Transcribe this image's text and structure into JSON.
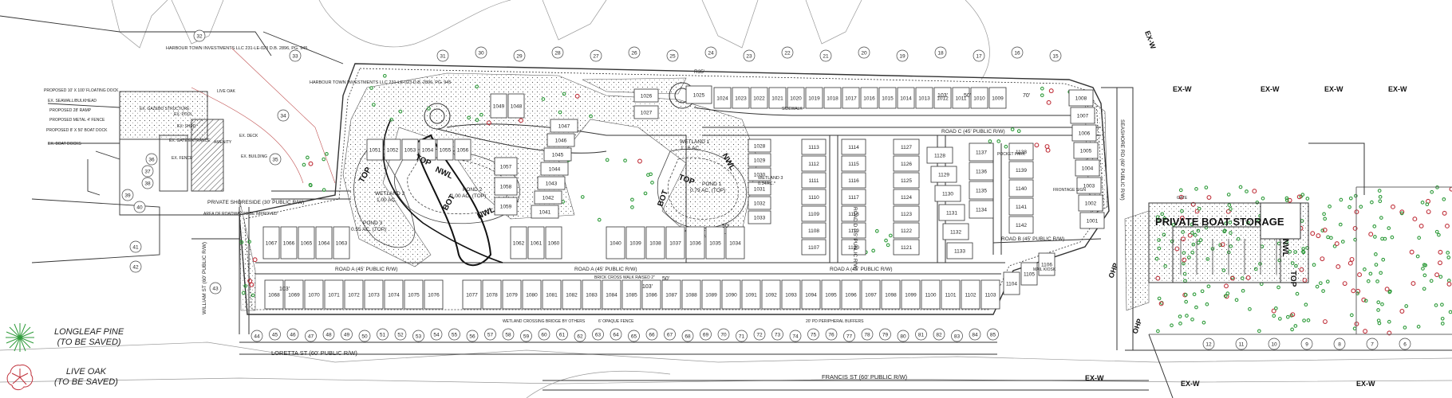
{
  "legend": [
    {
      "line1": "LONGLEAF PINE",
      "line2": "(TO BE SAVED)",
      "color": "#2e9b3a",
      "icon": "longleaf-pine-symbol"
    },
    {
      "line1": "LIVE OAK",
      "line2": "(TO BE SAVED)",
      "color": "#c0303a",
      "icon": "live-oak-symbol"
    }
  ],
  "owner_labels": [
    {
      "text": "HARBOUR TOWN INVESTMENTS LLC 231-LE-023 D.B. 2896, PG. 945"
    },
    {
      "text": "HARBOUR TOWN INVESTMENTS LLC 231-LE-023 D.B. 2896, PG. 945"
    }
  ],
  "notes": [
    "PROPOSED 10' X 100' FLOATING DOCK",
    "EX. SEAWALL/BULKHEAD",
    "PROPOSED 28' RAMP",
    "PROPOSED METAL 4' FENCE",
    "PROPOSED 8' X 50' BOAT DOCK",
    "EX. BOAT DOCKS",
    "EX. GAZEBO STRUCTURE",
    "EX. POOL",
    "EX. SHED",
    "EX. GATE ENTRANCE",
    "EX. FENCE",
    "EX. BUILDING",
    "EX. DECK",
    "LIVE OAK",
    "AMENITY",
    "AREA OF ROADWAY TO BE IMPROVED",
    "BRICK CROSS WALK RAISED 2\"",
    "WETLAND CROSSING BRIDGE BY OTHERS",
    "6' OPAQUE FENCE",
    "20' PD PERIPHERAL BUFFERS",
    "FRONTAGE SIGN",
    "GATE",
    "MAIL KIOSK",
    "POCKET PARK",
    "SIDEWALK"
  ],
  "water_features": [
    {
      "name": "WETLAND 1",
      "area": "1.16 AC."
    },
    {
      "name": "WETLAND 2",
      "area": "1.00 AC."
    },
    {
      "name": "WETLAND 3",
      "area": "0.34AC.*"
    },
    {
      "name": "POND 1",
      "area": "0.79 AC. (TOP)"
    },
    {
      "name": "POND 2",
      "area": "1.00 AC. (TOP)"
    },
    {
      "name": "POND 3",
      "area": "0.55 AC. (TOP)"
    }
  ],
  "roads": {
    "road_a": "ROAD A (45' PUBLIC R/W)",
    "road_b": "ROAD B (45' PUBLIC R/W)",
    "road_c": "ROAD C (45' PUBLIC R/W)",
    "road_d": "ROAD D (45' PUBLIC R/W)",
    "private_shoreside": "PRIVATE SHORESIDE (30' PUBLIC R/W)",
    "loretta": "LORETTA ST (60' PUBLIC R/W)",
    "francis": "FRANCIS ST (60' PUBLIC R/W)",
    "william": "WILLIAM ST (60' PUBLIC R/W)",
    "seashore": "SEASHORE RD (60' PUBLIC R/W)",
    "r35": "R35'"
  },
  "boat_storage": "PRIVATE BOAT STORAGE",
  "utility_labels": {
    "water": "EX-W",
    "overhead": "OHP",
    "contour_top": "TOP",
    "contour_nwl": "NWL",
    "contour_bot": "BOT"
  },
  "dimension_labels": [
    "103'",
    "50'",
    "70'"
  ],
  "lot_rows": [
    {
      "lots": [
        "1051",
        "1052",
        "1053",
        "1054",
        "1055",
        "1056"
      ]
    },
    {
      "lots": [
        "1057",
        "1058",
        "1059"
      ]
    },
    {
      "lots": [
        "1047",
        "1046",
        "1045",
        "1044",
        "1043",
        "1042",
        "1041"
      ]
    },
    {
      "lots": [
        "1049",
        "1048"
      ]
    },
    {
      "lots": [
        "1026",
        "1027",
        "1025",
        "1024",
        "1023",
        "1022",
        "1021",
        "1020",
        "1019",
        "1018",
        "1017",
        "1016",
        "1015",
        "1014",
        "1013",
        "1012",
        "1011",
        "1010",
        "1009"
      ]
    },
    {
      "lots": [
        "1028",
        "1029",
        "1030",
        "1031",
        "1032",
        "1033"
      ]
    },
    {
      "lots": [
        "1040",
        "1039",
        "1038",
        "1037",
        "1036",
        "1035",
        "1034"
      ]
    },
    {
      "lots": [
        "1067",
        "1066",
        "1065",
        "1064",
        "1063"
      ]
    },
    {
      "lots": [
        "1062",
        "1061",
        "1060"
      ]
    },
    {
      "lots": [
        "1113",
        "1112",
        "1111",
        "1110",
        "1109",
        "1108",
        "1107"
      ]
    },
    {
      "lots": [
        "1114",
        "1115",
        "1116",
        "1117",
        "1118",
        "1119",
        "1120"
      ]
    },
    {
      "lots": [
        "1127",
        "1126",
        "1125",
        "1124",
        "1123",
        "1122",
        "1121"
      ]
    },
    {
      "lots": [
        "1128",
        "1129",
        "1130",
        "1131",
        "1132",
        "1133"
      ]
    },
    {
      "lots": [
        "1137",
        "1136",
        "1135",
        "1134"
      ]
    },
    {
      "lots": [
        "1138",
        "1139",
        "1140",
        "1141",
        "1142"
      ]
    },
    {
      "lots": [
        "1008",
        "1007",
        "1006",
        "1005",
        "1004",
        "1003",
        "1002",
        "1001"
      ]
    },
    {
      "lots": [
        "1068",
        "1069",
        "1070",
        "1071",
        "1072",
        "1073",
        "1074",
        "1075",
        "1076"
      ]
    },
    {
      "lots": [
        "1077",
        "1078",
        "1079",
        "1080",
        "1081",
        "1082",
        "1083",
        "1084",
        "1085",
        "1086",
        "1087",
        "1088",
        "1089",
        "1090",
        "1091",
        "1092",
        "1093",
        "1094",
        "1095",
        "1096",
        "1097",
        "1098",
        "1099",
        "1100",
        "1101",
        "1102",
        "1103"
      ]
    },
    {
      "lots": [
        "1104",
        "1105",
        "1106"
      ]
    }
  ],
  "outside_lots": [
    {
      "n": "32"
    },
    {
      "n": "33"
    },
    {
      "n": "34"
    },
    {
      "n": "35"
    },
    {
      "n": "36"
    },
    {
      "n": "37"
    },
    {
      "n": "38"
    },
    {
      "n": "39"
    },
    {
      "n": "40"
    },
    {
      "n": "41"
    },
    {
      "n": "42"
    },
    {
      "n": "43"
    },
    {
      "n": "31"
    },
    {
      "n": "30"
    },
    {
      "n": "29"
    },
    {
      "n": "28"
    },
    {
      "n": "27"
    },
    {
      "n": "26"
    },
    {
      "n": "25"
    },
    {
      "n": "24"
    },
    {
      "n": "23"
    },
    {
      "n": "22"
    },
    {
      "n": "21"
    },
    {
      "n": "20"
    },
    {
      "n": "19"
    },
    {
      "n": "18"
    },
    {
      "n": "17"
    },
    {
      "n": "16"
    },
    {
      "n": "15"
    },
    {
      "n": "44"
    },
    {
      "n": "45"
    },
    {
      "n": "46"
    },
    {
      "n": "47"
    },
    {
      "n": "48"
    },
    {
      "n": "49"
    },
    {
      "n": "50"
    },
    {
      "n": "51"
    },
    {
      "n": "52"
    },
    {
      "n": "53"
    },
    {
      "n": "54"
    },
    {
      "n": "55"
    },
    {
      "n": "56"
    },
    {
      "n": "57"
    },
    {
      "n": "58"
    },
    {
      "n": "59"
    },
    {
      "n": "60"
    },
    {
      "n": "61"
    },
    {
      "n": "62"
    },
    {
      "n": "63"
    },
    {
      "n": "64"
    },
    {
      "n": "65"
    },
    {
      "n": "66"
    },
    {
      "n": "67"
    },
    {
      "n": "68"
    },
    {
      "n": "69"
    },
    {
      "n": "70"
    },
    {
      "n": "71"
    },
    {
      "n": "72"
    },
    {
      "n": "73"
    },
    {
      "n": "74"
    },
    {
      "n": "75"
    },
    {
      "n": "76"
    },
    {
      "n": "77"
    },
    {
      "n": "78"
    },
    {
      "n": "79"
    },
    {
      "n": "80"
    },
    {
      "n": "81"
    },
    {
      "n": "82"
    },
    {
      "n": "83"
    },
    {
      "n": "84"
    },
    {
      "n": "85"
    },
    {
      "n": "12"
    },
    {
      "n": "11"
    },
    {
      "n": "10"
    },
    {
      "n": "9"
    },
    {
      "n": "8"
    },
    {
      "n": "7"
    },
    {
      "n": "6"
    }
  ],
  "colors": {
    "line": "#333333",
    "pine": "#2e9b3a",
    "oak": "#c0303a",
    "paper": "#ffffff"
  }
}
